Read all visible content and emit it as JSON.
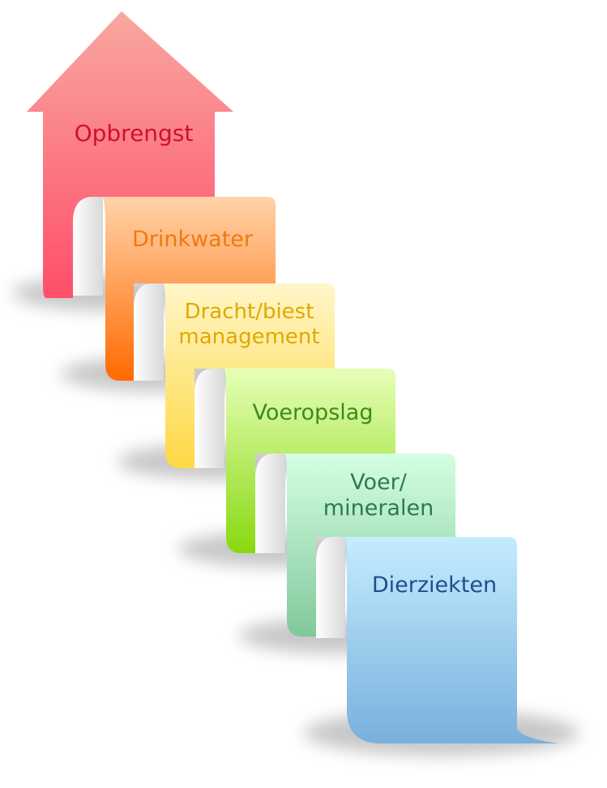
{
  "steps": [
    {
      "label": "Opbrengst",
      "text_color": "#d0102a",
      "colors": [
        "#f8a8a0",
        "#ff4e6a"
      ]
    },
    {
      "label": "Drinkwater",
      "text_color": "#ee7a10",
      "colors": [
        "#ffd3aa",
        "#ff6a00"
      ]
    },
    {
      "label": "Dracht/biest\nmanagement",
      "text_color": "#e0a800",
      "colors": [
        "#fff6c8",
        "#ffd844"
      ]
    },
    {
      "label": "Voeropslag",
      "text_color": "#3d8a1a",
      "colors": [
        "#e6ffb8",
        "#88d810"
      ]
    },
    {
      "label": "Voer/\nmineralen",
      "text_color": "#2e7a4a",
      "colors": [
        "#d4ffe2",
        "#82c89c"
      ]
    },
    {
      "label": "Dierziekten",
      "text_color": "#1d4f8c",
      "colors": [
        "#c4ecff",
        "#78b0dc"
      ]
    }
  ]
}
